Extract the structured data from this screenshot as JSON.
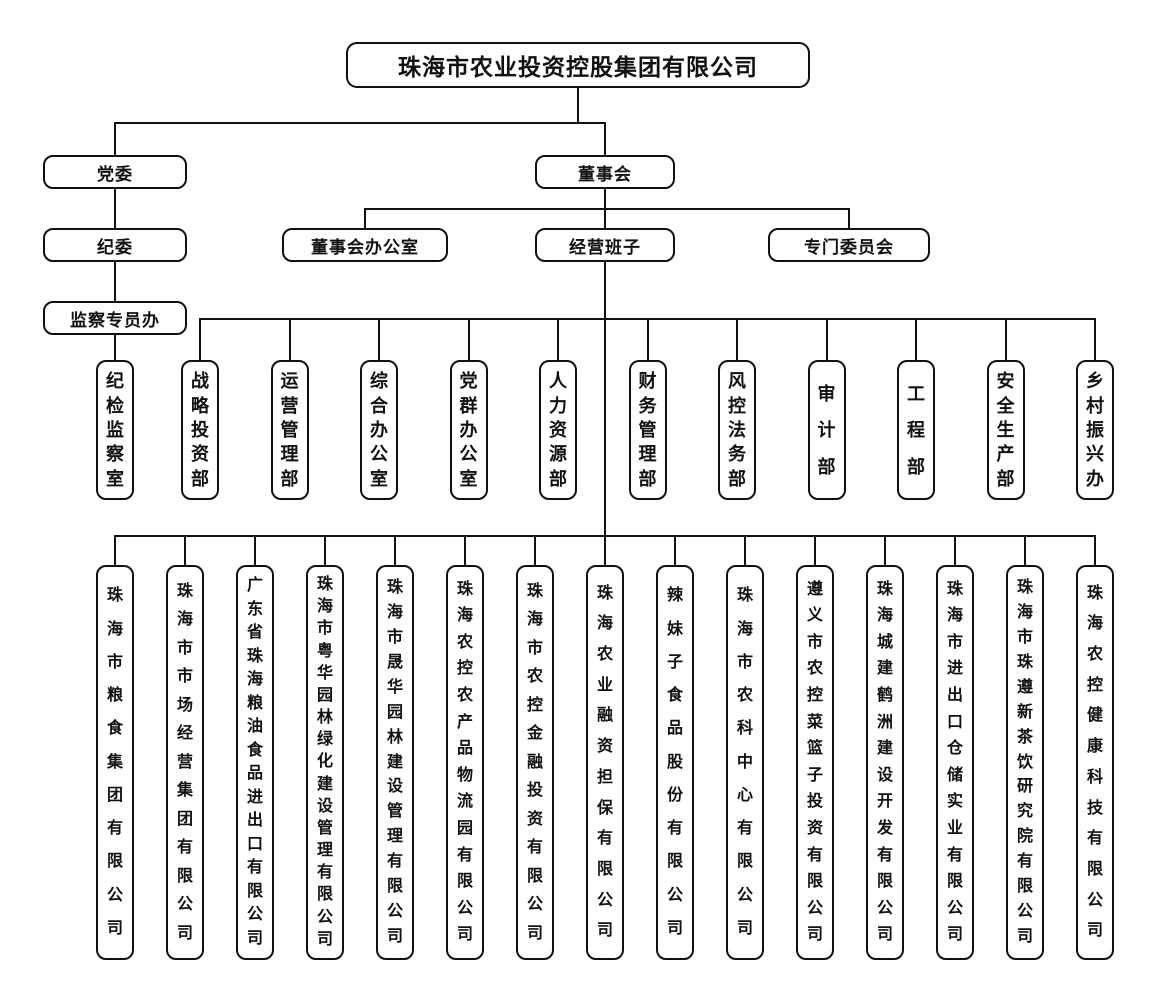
{
  "company": {
    "name": "珠海市农业投资控股集团有限公司"
  },
  "governance": {
    "party_committee": "党委",
    "discipline_committee": "纪委",
    "supervision_office": "监察专员办",
    "board": "董事会",
    "board_office": "董事会办公室",
    "management_team": "经营班子",
    "special_committees": "专门委员会",
    "discipline_inspection_office": "纪检监察室"
  },
  "departments": [
    "战略投资部",
    "运营管理部",
    "综合办公室",
    "党群办公室",
    "人力资源部",
    "财务管理部",
    "风控法务部",
    "审计部",
    "工程部",
    "安全生产部",
    "乡村振兴办"
  ],
  "subsidiaries": [
    "珠海市粮食集团有限公司",
    "珠海市市场经营集团有限公司",
    "广东省珠海粮油食品进出口有限公司",
    "珠海市粤华园林绿化建设管理有限公司",
    "珠海市晟华园林建设管理有限公司",
    "珠海农控农产品物流园有限公司",
    "珠海市农控金融投资有限公司",
    "珠海农业融资担保有限公司",
    "辣妹子食品股份有限公司",
    "珠海市农科中心有限公司",
    "遵义市农控菜篮子投资有限公司",
    "珠海城建鹤洲建设开发有限公司",
    "珠海市进出口仓储实业有限公司",
    "珠海市珠遵新茶饮研究院有限公司",
    "珠海农控健康科技有限公司"
  ],
  "colors": {
    "line": "#111111",
    "border": "#111111",
    "text": "#111111",
    "background": "#ffffff"
  }
}
